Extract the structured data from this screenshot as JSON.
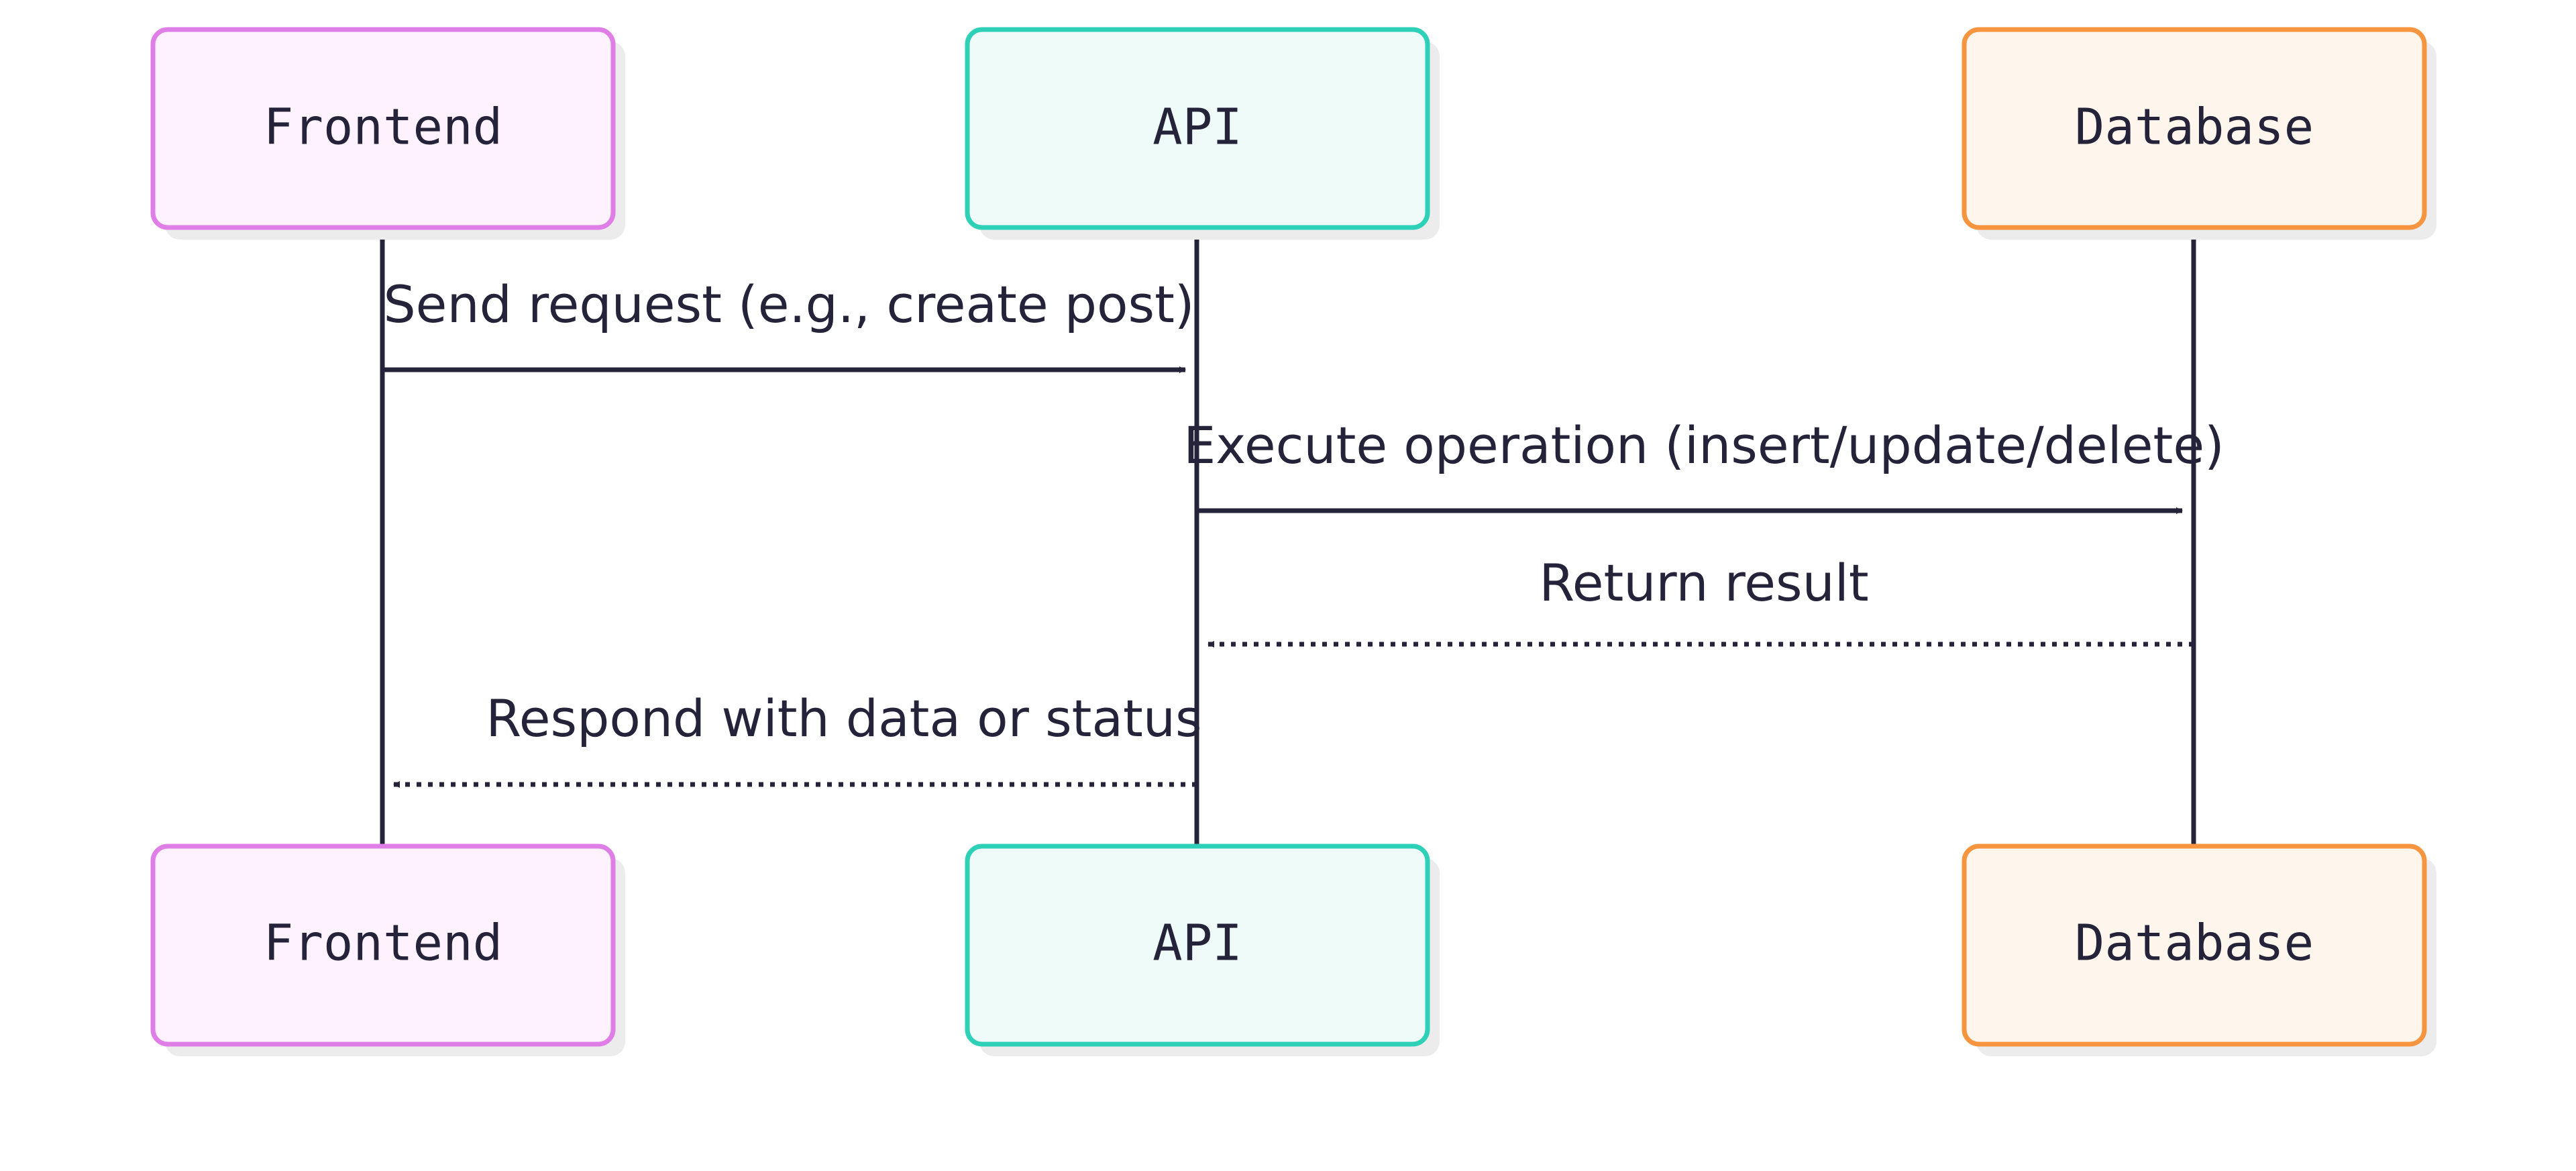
{
  "participants": [
    {
      "id": "frontend",
      "label": "Frontend",
      "border": "#e07ee8",
      "fill": "#fdf2fd"
    },
    {
      "id": "api",
      "label": "API",
      "border": "#2ed1b7",
      "fill": "#effbf8"
    },
    {
      "id": "database",
      "label": "Database",
      "border": "#f5953f",
      "fill": "#fef6ec"
    }
  ],
  "messages": [
    {
      "from": "frontend",
      "to": "api",
      "label": "Send request (e.g., create post)",
      "style": "solid"
    },
    {
      "from": "api",
      "to": "database",
      "label": "Execute operation (insert/update/delete)",
      "style": "solid"
    },
    {
      "from": "database",
      "to": "api",
      "label": "Return result",
      "style": "dotted"
    },
    {
      "from": "api",
      "to": "frontend",
      "label": "Respond with data or status",
      "style": "dotted"
    }
  ],
  "colors": {
    "line": "#25233a",
    "shadow": "#ececec"
  }
}
